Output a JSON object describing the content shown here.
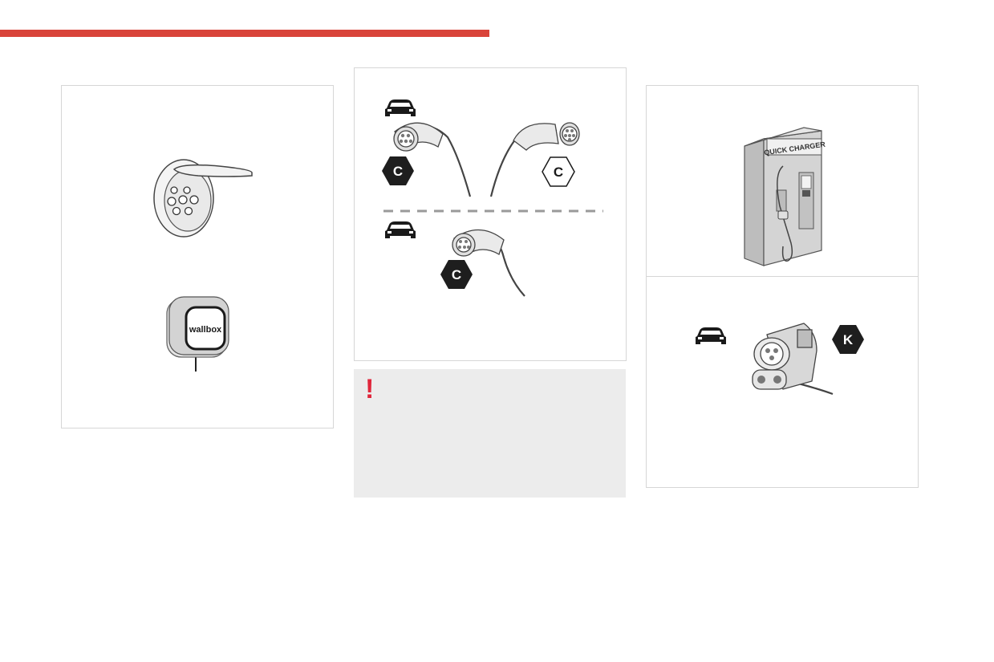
{
  "colors": {
    "accent_red": "#d9443a",
    "warning_red": "#e0263b",
    "warning_bg": "#ececec",
    "panel_border": "#d6d6d6",
    "badge_dark": "#1e1e1e"
  },
  "left_panel": {
    "socket_icon": "charging-socket-with-flap",
    "wallbox_logo": "wallbox"
  },
  "middle_panel": {
    "badge_top_left": "C",
    "badge_top_right": "C",
    "badge_bottom": "C"
  },
  "warning": {
    "mark": "!"
  },
  "right_top_panel": {
    "station_label": "QUICK CHARGER"
  },
  "right_bottom_panel": {
    "badge": "K"
  }
}
